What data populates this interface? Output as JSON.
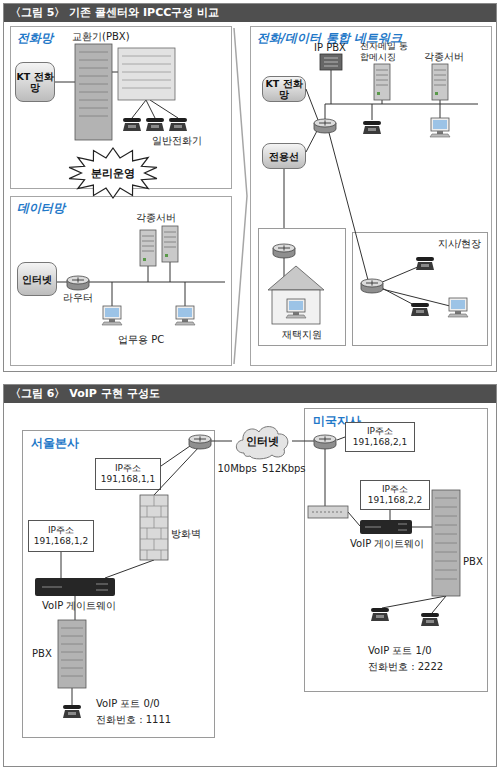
{
  "diagram": {
    "nodes": [
      {
        "text": [
          "〈그림 5〉 기존 콜센터와 IPCC구성 비교"
        ]
      },
      {
        "text": [
          "전화망"
        ],
        "in": 0
      },
      {
        "text": [
          "KT 전화망"
        ],
        "in": 1
      },
      {
        "text": [
          "분리운영"
        ],
        "in": 0
      },
      {
        "text": [
          "데이터망"
        ],
        "in": 0
      },
      {
        "text": [
          "인터넷"
        ],
        "in": 4
      },
      {
        "text": [
          "전화/데이터 통합 네트워크"
        ],
        "in": 0
      },
      {
        "text": [
          "KT 전화망"
        ],
        "in": 6
      },
      {
        "text": [
          "전용선"
        ],
        "in": 6
      },
      {
        "text": [
          "재택지원"
        ],
        "in": 6
      },
      {
        "text": [
          "지사/현장"
        ],
        "in": 6
      },
      {
        "text": [
          "〈그림 6〉 VoIP 구현 구성도"
        ]
      },
      {
        "text": [
          "서울본사"
        ],
        "in": 11
      },
      {
        "text": [
          "IP주소 191,168,1,1"
        ],
        "in": 12
      },
      {
        "text": [
          "IP주소 191,168,1,2"
        ],
        "in": 12
      },
      {
        "text": [
          "인터넷"
        ],
        "in": 11
      },
      {
        "text": [
          "미국지사"
        ],
        "in": 11
      },
      {
        "text": [
          "IP주소 191,168,2,1"
        ],
        "in": 16
      },
      {
        "text": [
          "IP주소 191,168,2,2"
        ],
        "in": 16
      }
    ],
    "edges": [
      {
        "from": 8,
        "to": 9,
        "arrow": "none"
      },
      {
        "from": 15,
        "to": 12,
        "label": "10Mbps",
        "arrow": "none"
      },
      {
        "from": 15,
        "to": 16,
        "label": "512Kbps",
        "arrow": "none"
      }
    ],
    "labels": [
      "교환기(PBX)",
      "일반전화기",
      "각종서버",
      "라우터",
      "업무용 PC",
      "IP PBX",
      "전자메일 통합메시징",
      "각종서버",
      "방화벽",
      "VoIP 게이트웨이",
      "PBX",
      "VoIP 포트 0/0",
      "전화번호 : 1111",
      "VoIP 게이트웨이",
      "PBX",
      "VoIP 포트 1/0",
      "전화번호 : 2222"
    ]
  }
}
